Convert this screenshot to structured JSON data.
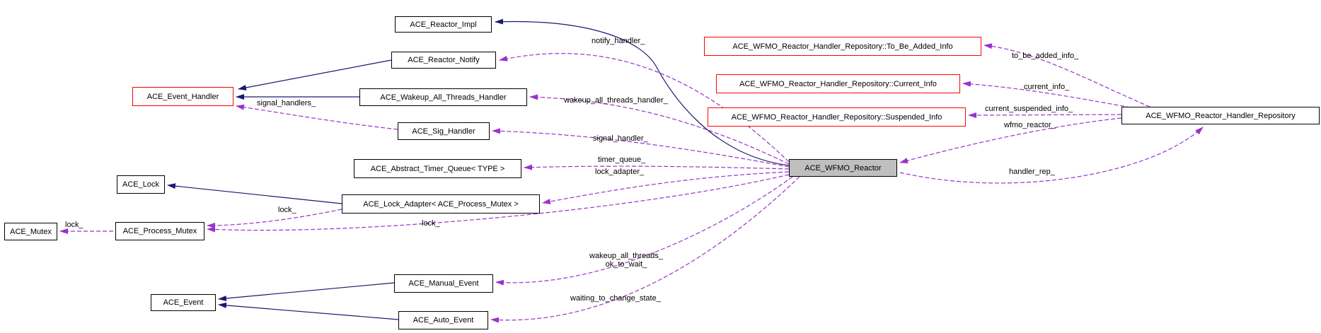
{
  "diagram": {
    "type": "doxygen-collaboration-graph",
    "colors": {
      "inheritance_edge": "#191970",
      "usage_edge": "#9a32cc",
      "node_border": "#000000",
      "truncated_node_border": "#ff0000",
      "current_node_fill": "#bfbfbf",
      "background": "#ffffff"
    },
    "nodes": {
      "reactor_impl": {
        "label": "ACE_Reactor_Impl"
      },
      "reactor_notify": {
        "label": "ACE_Reactor_Notify"
      },
      "event_handler": {
        "label": "ACE_Event_Handler"
      },
      "wakeup_all_threads_handler": {
        "label": "ACE_Wakeup_All_Threads_Handler"
      },
      "sig_handler": {
        "label": "ACE_Sig_Handler"
      },
      "abstract_timer_queue": {
        "label": "ACE_Abstract_Timer_Queue< TYPE >"
      },
      "ace_lock": {
        "label": "ACE_Lock"
      },
      "lock_adapter": {
        "label": "ACE_Lock_Adapter< ACE_Process_Mutex >"
      },
      "ace_mutex": {
        "label": "ACE_Mutex"
      },
      "process_mutex": {
        "label": "ACE_Process_Mutex"
      },
      "ace_event": {
        "label": "ACE_Event"
      },
      "manual_event": {
        "label": "ACE_Manual_Event"
      },
      "auto_event": {
        "label": "ACE_Auto_Event"
      },
      "wfmo_reactor": {
        "label": "ACE_WFMO_Reactor"
      },
      "to_be_added_info": {
        "label": "ACE_WFMO_Reactor_Handler_Repository::To_Be_Added_Info"
      },
      "current_info": {
        "label": "ACE_WFMO_Reactor_Handler_Repository::Current_Info"
      },
      "suspended_info": {
        "label": "ACE_WFMO_Reactor_Handler_Repository::Suspended_Info"
      },
      "handler_repository": {
        "label": "ACE_WFMO_Reactor_Handler_Repository"
      }
    },
    "edge_labels": {
      "notify_handler": "notify_handler_",
      "wakeup_all_threads_handler": "wakeup_all_threads_handler_",
      "signal_handler": "signal_handler_",
      "timer_queue": "timer_queue_",
      "lock_adapter": "lock_adapter_",
      "signal_handlers": "signal_handlers_",
      "lock_from_adapter": "lock_",
      "lock_to_mutex": "lock_",
      "lock_from_reactor": "lock_",
      "wakeup_all_threads": "wakeup_all_threads_",
      "ok_to_wait": "ok_to_wait_",
      "waiting_to_change_state": "waiting_to_change_state_",
      "to_be_added_info": "to_be_added_info_",
      "current_info": "current_info_",
      "current_suspended_info": "current_suspended_info_",
      "wfmo_reactor": "wfmo_reactor_",
      "handler_rep": "handler_rep_"
    }
  }
}
